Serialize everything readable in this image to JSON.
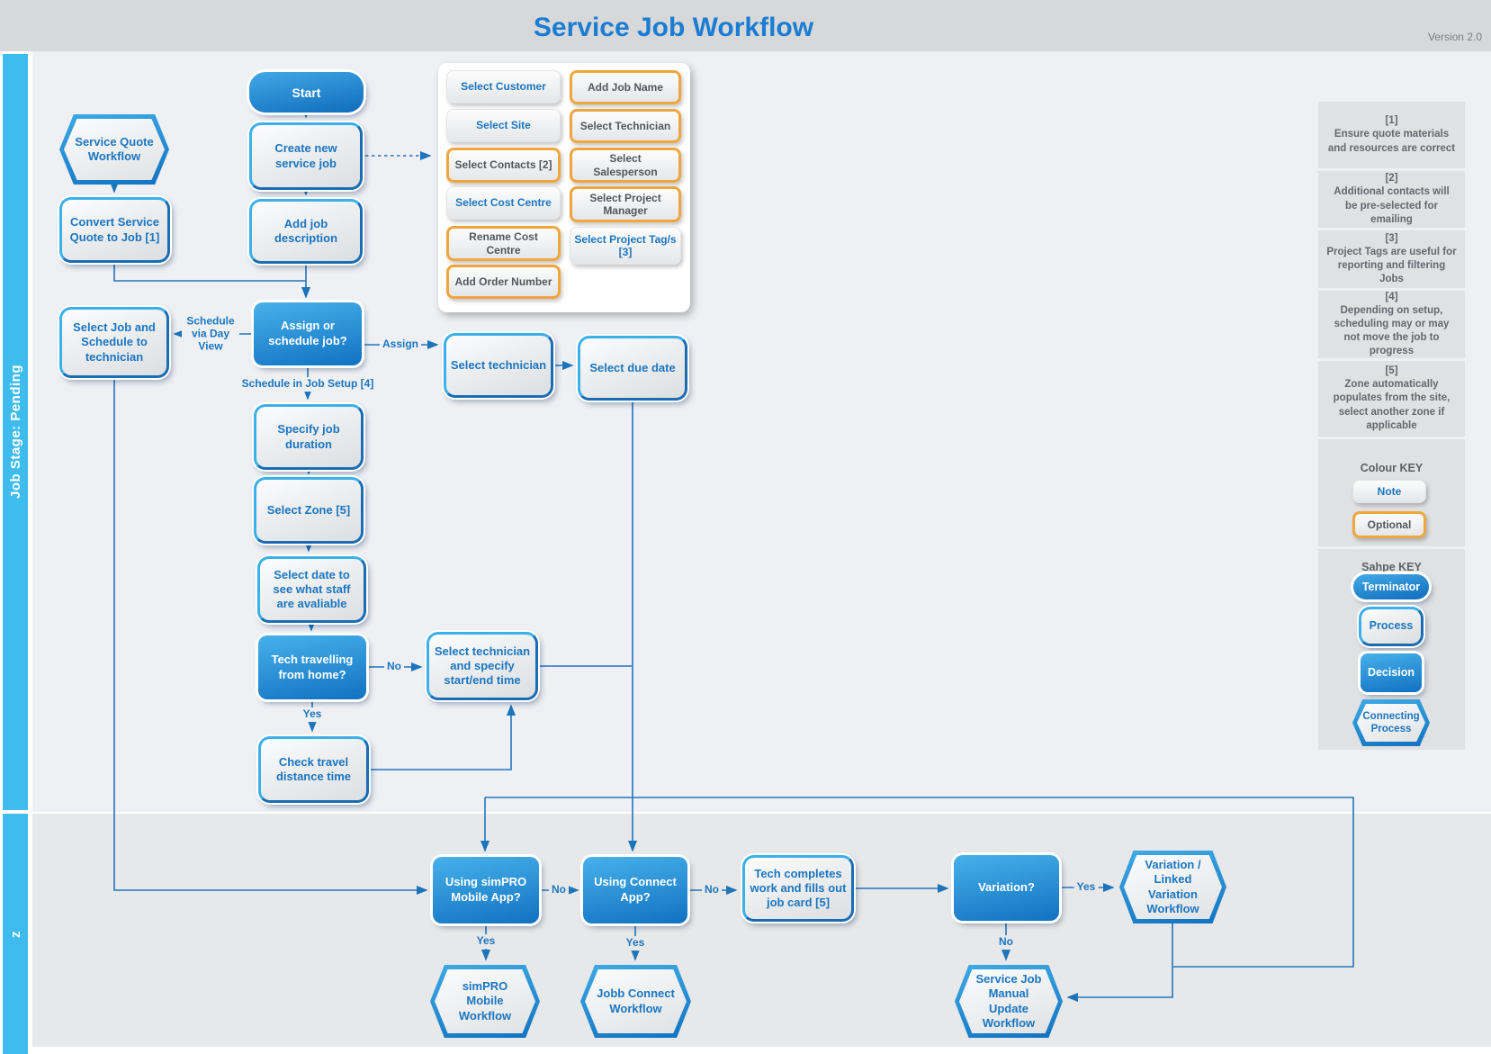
{
  "header": {
    "title": "Service Job Workflow",
    "version": "Version 2.0"
  },
  "sidebar": {
    "stage_pending": "Job Stage: Pending",
    "stage_next": "z"
  },
  "nodes": {
    "start": "Start",
    "service_quote_workflow": "Service Quote Workflow",
    "create_new_service_job": "Create new service job",
    "convert_service_quote": "Convert Service Quote to Job [1]",
    "add_job_description": "Add job description",
    "assign_or_schedule": "Assign or schedule job?",
    "select_job_and_schedule": "Select Job and Schedule to technician",
    "select_technician": "Select technician",
    "select_due_date": "Select due date",
    "specify_job_duration": "Specify job duration",
    "select_zone": "Select Zone [5]",
    "select_date_staff": "Select date to see what staff are avaliable",
    "tech_travelling": "Tech travelling from home?",
    "select_tech_start_end": "Select technician and specify start/end time",
    "check_travel_distance": "Check travel distance time",
    "using_simpro_mobile": "Using simPRO Mobile App?",
    "simpro_mobile_workflow": "simPRO Mobile Workflow",
    "using_connect_app": "Using Connect App?",
    "jobb_connect_workflow": "Jobb Connect Workflow",
    "tech_completes": "Tech completes work and fills out job card [5]",
    "variation": "Variation?",
    "variation_workflow": "Variation / Linked Variation Workflow",
    "manual_update_workflow": "Service Job Manual Update Workflow"
  },
  "setup_panel": {
    "col1": [
      {
        "label": "Select Customer",
        "style": "note"
      },
      {
        "label": "Select Site",
        "style": "note"
      },
      {
        "label": "Select Contacts [2]",
        "style": "optional"
      },
      {
        "label": "Select Cost Centre",
        "style": "note"
      },
      {
        "label": "Rename Cost Centre",
        "style": "optional"
      },
      {
        "label": "Add Order Number",
        "style": "optional"
      }
    ],
    "col2": [
      {
        "label": "Add Job Name",
        "style": "optional"
      },
      {
        "label": "Select Technician",
        "style": "optional"
      },
      {
        "label": "Select Salesperson",
        "style": "optional"
      },
      {
        "label": "Select Project Manager",
        "style": "optional"
      },
      {
        "label": "Select Project Tag/s [3]",
        "style": "note"
      }
    ]
  },
  "edge_labels": {
    "assign": "Assign",
    "schedule_day": "Schedule via Day View",
    "schedule_setup": "Schedule in Job Setup [4]",
    "yes": "Yes",
    "no": "No"
  },
  "notes": [
    {
      "num": "[1]",
      "text": "Ensure quote materials and resources are correct"
    },
    {
      "num": "[2]",
      "text": "Additional contacts will be pre-selected for emailing"
    },
    {
      "num": "[3]",
      "text": "Project Tags are useful for reporting and filtering Jobs"
    },
    {
      "num": "[4]",
      "text": "Depending on setup, scheduling may or may not move the job to progress"
    },
    {
      "num": "[5]",
      "text": "Zone automatically populates from the site, select another zone if applicable"
    }
  ],
  "keys": {
    "colour_title": "Colour KEY",
    "note": "Note",
    "optional": "Optional",
    "shape_title": "Sahpe KEY",
    "terminator": "Terminator",
    "process": "Process",
    "decision": "Decision",
    "connecting": "Connecting Process"
  },
  "colors": {
    "accent_blue": "#1b76c0",
    "decision_blue": "#1473c3",
    "sidebar_blue": "#3fbcee",
    "optional_orange": "#efa63e",
    "note_gray": "#dfe1e3"
  }
}
